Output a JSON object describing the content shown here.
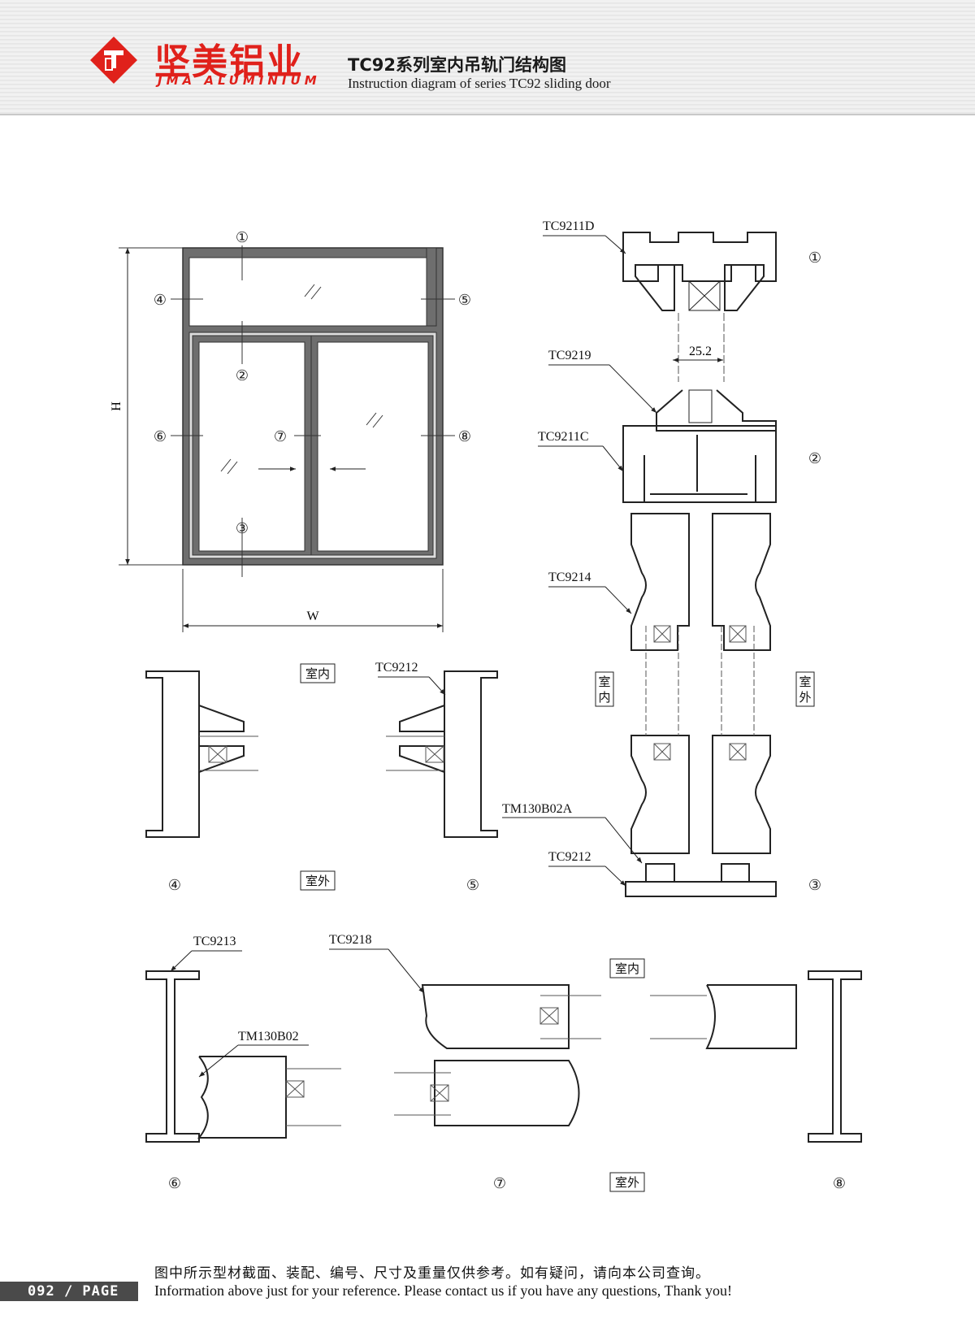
{
  "header": {
    "brand_cn": "坚美铝业",
    "brand_en": "JMA ALUMINIUM",
    "title_cn": "TC92系列室内吊轨门结构图",
    "title_en": "Instruction diagram of series TC92 sliding door"
  },
  "elevation": {
    "callouts": [
      "①",
      "②",
      "③",
      "④",
      "⑤",
      "⑥",
      "⑦",
      "⑧"
    ],
    "height_label": "H",
    "width_label": "W"
  },
  "profiles": {
    "tc9211d": "TC9211D",
    "tc9219": "TC9219",
    "tc9211c": "TC9211C",
    "tc9214": "TC9214",
    "tm130b02a": "TM130B02A",
    "tc9212": "TC9212",
    "tc9213": "TC9213",
    "tm130b02": "TM130B02",
    "tc9218": "TC9218"
  },
  "dimension": "25.2",
  "labels": {
    "indoor": "室内",
    "outdoor": "室外",
    "indoor_v1": "室",
    "indoor_v2": "内",
    "outdoor_v1": "室",
    "outdoor_v2": "外"
  },
  "colors": {
    "brand_red": "#e0211b",
    "frame_gray": "#666666"
  },
  "footer": {
    "page": "092 / PAGE",
    "note_cn": "图中所示型材截面、装配、编号、尺寸及重量仅供参考。如有疑问，请向本公司查询。",
    "note_en": "Information above just for your reference. Please contact us if you have any questions, Thank you!"
  }
}
